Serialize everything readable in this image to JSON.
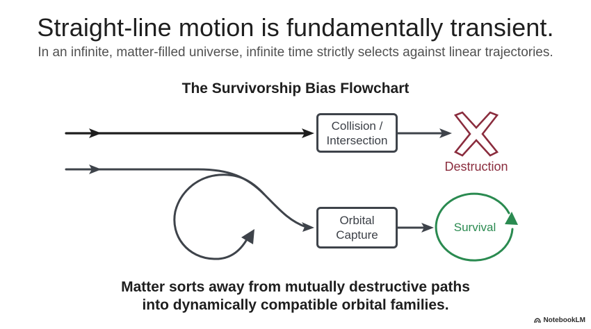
{
  "header": {
    "title": "Straight-line motion is fundamentally transient.",
    "subtitle": "In an infinite, matter-filled universe, infinite time strictly selects against linear trajectories."
  },
  "diagram": {
    "title": "The Survivorship Bias Flowchart",
    "nodes": {
      "collision": "Collision /\nIntersection",
      "orbital": "Orbital\nCapture",
      "destruction": "Destruction",
      "survival": "Survival"
    },
    "icons": {
      "destruction": "x-mark-icon",
      "survival": "circular-arrow-icon"
    },
    "colors": {
      "line": "#3e434a",
      "arrow_dark": "#1e1e1e",
      "destruction": "#8a2c3d",
      "survival": "#2a8a50"
    }
  },
  "conclusion": {
    "line1": "Matter sorts away from mutually destructive paths",
    "line2": "into dynamically compatible orbital families."
  },
  "watermark": {
    "label": "NotebookLM"
  }
}
